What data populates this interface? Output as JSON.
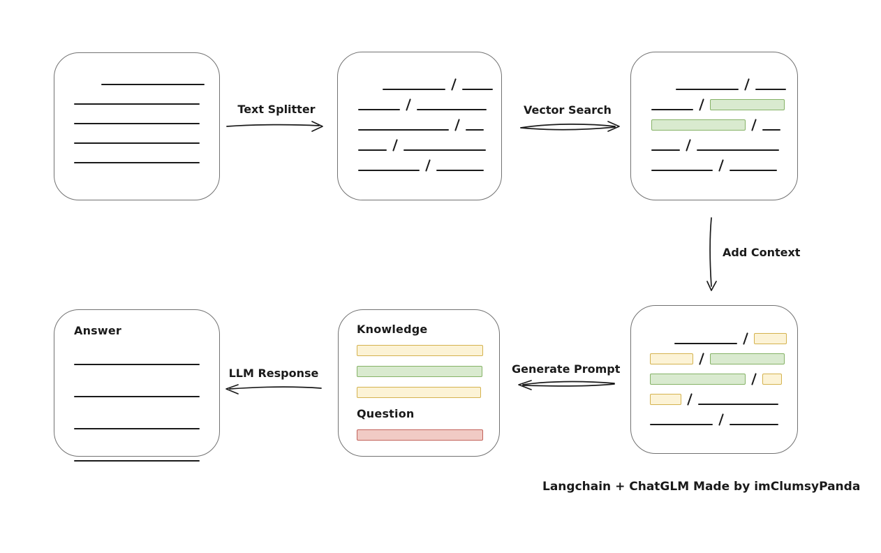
{
  "diagram": {
    "caption": "Langchain + ChatGLM Made by imClumsyPanda",
    "arrow_labels": {
      "text_splitter": "Text Splitter",
      "vector_search": "Vector Search",
      "add_context": "Add Context",
      "generate_prompt": "Generate Prompt",
      "llm_response": "LLM Response"
    },
    "prompt_box": {
      "knowledge_label": "Knowledge",
      "question_label": "Question"
    },
    "answer_box": {
      "label": "Answer"
    }
  },
  "colors": {
    "line": "#1a1a1a",
    "box_border": "#717171",
    "green_fill": "#d9eacf",
    "green_border": "#85b266",
    "yellow_fill": "#fcf3d6",
    "yellow_border": "#d4b24e",
    "red_fill": "#f1cbc5",
    "red_border": "#c2625a"
  },
  "chunks": {
    "source_document": [
      [
        {
          "type": "gap",
          "w": 32
        },
        {
          "type": "line",
          "w": 148
        }
      ],
      [
        {
          "type": "line",
          "w": 180
        }
      ],
      [
        {
          "type": "line",
          "w": 180
        }
      ],
      [
        {
          "type": "line",
          "w": 180
        }
      ],
      [
        {
          "type": "line",
          "w": 180
        }
      ]
    ],
    "split": [
      [
        {
          "type": "gap",
          "w": 28
        },
        {
          "type": "line",
          "w": 90
        },
        {
          "type": "slash"
        },
        {
          "type": "line",
          "w": 44
        }
      ],
      [
        {
          "type": "line",
          "w": 60
        },
        {
          "type": "slash"
        },
        {
          "type": "line",
          "w": 100
        }
      ],
      [
        {
          "type": "line",
          "w": 130
        },
        {
          "type": "slash"
        },
        {
          "type": "line",
          "w": 26
        }
      ],
      [
        {
          "type": "line",
          "w": 41
        },
        {
          "type": "slash"
        },
        {
          "type": "line",
          "w": 118
        }
      ],
      [
        {
          "type": "line",
          "w": 88
        },
        {
          "type": "slash"
        },
        {
          "type": "line",
          "w": 68
        }
      ]
    ],
    "searched": [
      [
        {
          "type": "gap",
          "w": 28
        },
        {
          "type": "line",
          "w": 90
        },
        {
          "type": "slash"
        },
        {
          "type": "line",
          "w": 44
        }
      ],
      [
        {
          "type": "line",
          "w": 60
        },
        {
          "type": "slash"
        },
        {
          "type": "green",
          "w": 107
        }
      ],
      [
        {
          "type": "green",
          "w": 135
        },
        {
          "type": "slash"
        },
        {
          "type": "line",
          "w": 26
        }
      ],
      [
        {
          "type": "line",
          "w": 41
        },
        {
          "type": "slash"
        },
        {
          "type": "line",
          "w": 118
        }
      ],
      [
        {
          "type": "line",
          "w": 88
        },
        {
          "type": "slash"
        },
        {
          "type": "line",
          "w": 68
        }
      ]
    ],
    "context": [
      [
        {
          "type": "gap",
          "w": 28
        },
        {
          "type": "line",
          "w": 90
        },
        {
          "type": "slash"
        },
        {
          "type": "yellow",
          "w": 47
        }
      ],
      [
        {
          "type": "yellow",
          "w": 62
        },
        {
          "type": "slash"
        },
        {
          "type": "green",
          "w": 107
        }
      ],
      [
        {
          "type": "green",
          "w": 137
        },
        {
          "type": "slash"
        },
        {
          "type": "yellow",
          "w": 28
        }
      ],
      [
        {
          "type": "yellow",
          "w": 45
        },
        {
          "type": "slash"
        },
        {
          "type": "line",
          "w": 115
        }
      ],
      [
        {
          "type": "line",
          "w": 90
        },
        {
          "type": "slash"
        },
        {
          "type": "line",
          "w": 70
        }
      ]
    ],
    "prompt_knowledge_bars": [
      [
        {
          "type": "yellow",
          "w": 181
        }
      ],
      [
        {
          "type": "green",
          "w": 180
        }
      ],
      [
        {
          "type": "yellow",
          "w": 178
        }
      ]
    ],
    "prompt_question_bar": [
      [
        {
          "type": "red",
          "w": 181
        }
      ]
    ],
    "answer_lines": [
      [
        {
          "type": "line",
          "w": 180
        }
      ],
      [
        {
          "type": "line",
          "w": 180
        }
      ],
      [
        {
          "type": "line",
          "w": 180
        }
      ],
      [
        {
          "type": "line",
          "w": 180
        }
      ]
    ]
  }
}
